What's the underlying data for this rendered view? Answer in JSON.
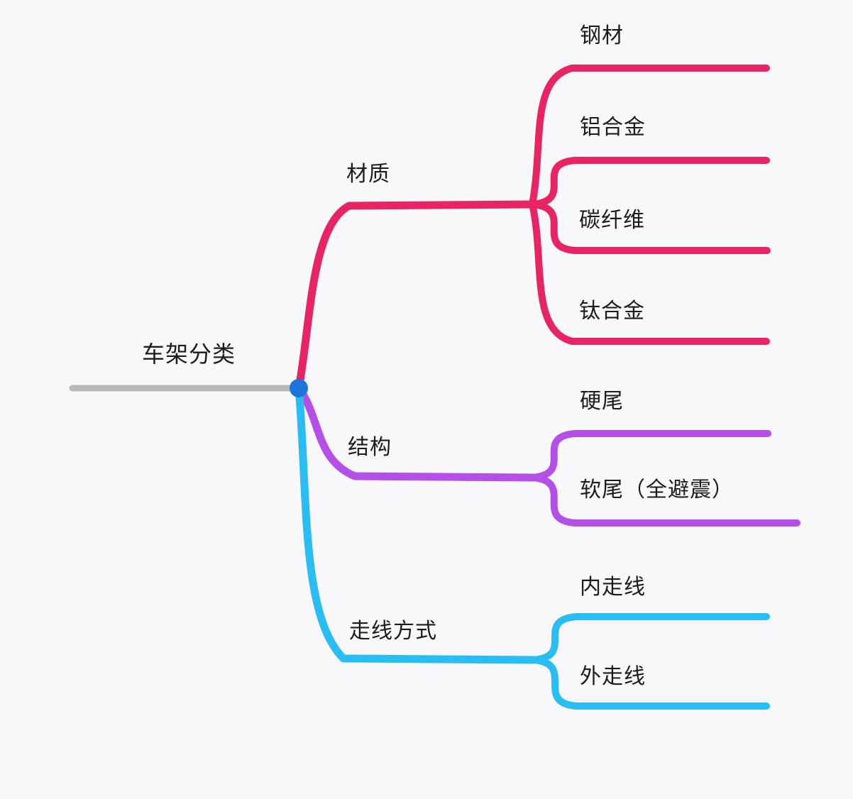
{
  "canvas": {
    "background": "#f8f7fa"
  },
  "colors": {
    "root_line": "#b8b8b8",
    "root_dot": "#1e75db",
    "text": "#1c1c1c",
    "branch_material": "#e62562",
    "branch_structure": "#b450e8",
    "branch_routing": "#29bdf2"
  },
  "mindmap": {
    "root": {
      "label": "车架分类"
    },
    "branches": [
      {
        "label": "材质",
        "color": "#e62562",
        "children": [
          {
            "label": "钢材"
          },
          {
            "label": "铝合金"
          },
          {
            "label": "碳纤维"
          },
          {
            "label": "钛合金"
          }
        ]
      },
      {
        "label": "结构",
        "color": "#b450e8",
        "children": [
          {
            "label": "硬尾"
          },
          {
            "label": "软尾（全避震）"
          }
        ]
      },
      {
        "label": "走线方式",
        "color": "#29bdf2",
        "children": [
          {
            "label": "内走线"
          },
          {
            "label": "外走线"
          }
        ]
      }
    ]
  }
}
